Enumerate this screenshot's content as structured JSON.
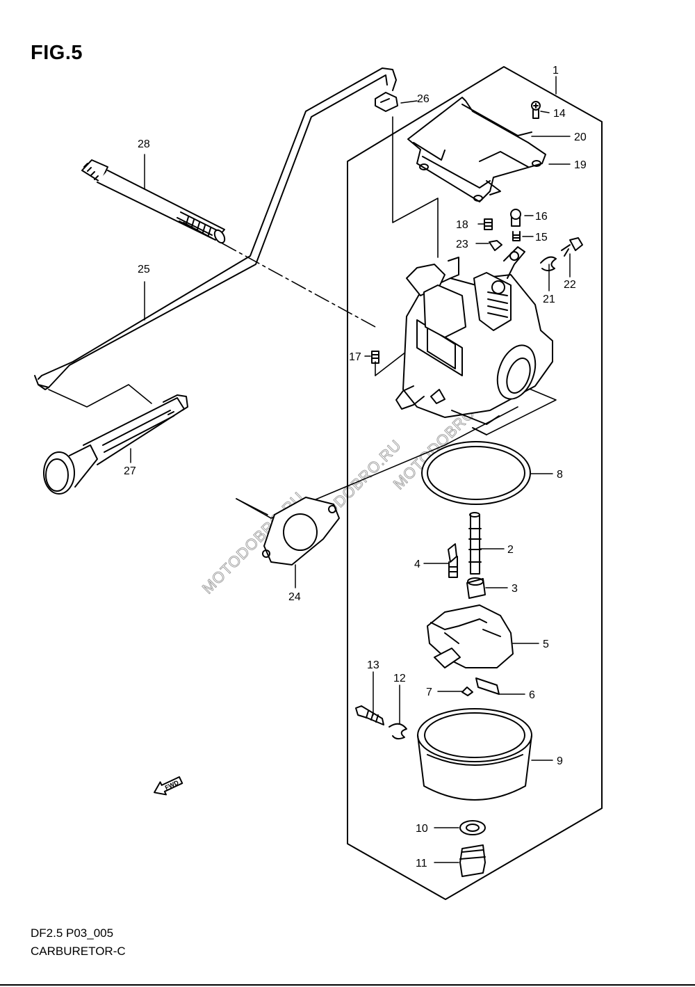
{
  "figure": {
    "title": "FIG.5",
    "code": "DF2.5 P03_005",
    "name": "CARBURETOR-C"
  },
  "watermark": "MOTODOBRO.RU",
  "fwd_label": "FWD",
  "callouts": [
    "1",
    "2",
    "3",
    "4",
    "5",
    "6",
    "7",
    "8",
    "9",
    "10",
    "11",
    "12",
    "13",
    "14",
    "15",
    "16",
    "17",
    "18",
    "19",
    "20",
    "21",
    "22",
    "23",
    "24",
    "25",
    "26",
    "27",
    "28"
  ]
}
